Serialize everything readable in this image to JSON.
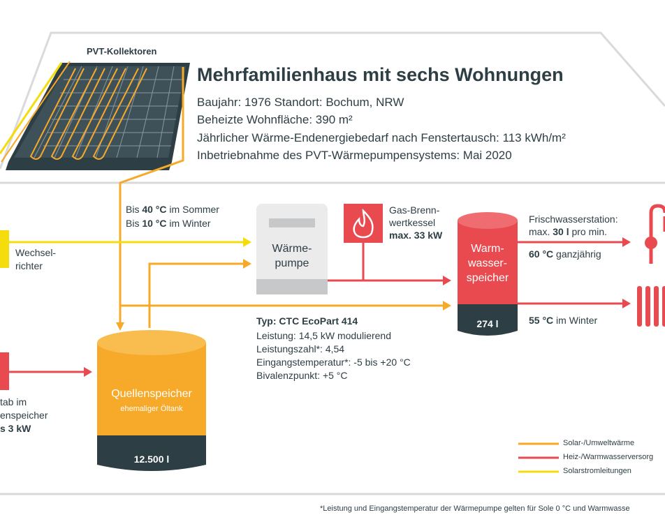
{
  "header": {
    "collector_label": "PVT-Kollektoren",
    "title": "Mehrfamilienhaus mit sechs Wohnungen",
    "lines": [
      {
        "key": "Baujahr:",
        "value": " 1976",
        "key2": "  Standort:",
        "value2": " Bochum, NRW"
      },
      {
        "key": "Beheizte Wohnfläche:",
        "value": " 390 m²"
      },
      {
        "key": "Jährlicher Wärme-Endenergiebedarf nach Fenstertausch:",
        "value": " 113 kWh/m²"
      },
      {
        "key": "Inbetriebnahme des PVT-Wärmepumpensystems:",
        "value": " Mai 2020"
      }
    ]
  },
  "collector_temps": {
    "summer_pre": "Bis ",
    "summer_val": "40 °C",
    "summer_post": " im Sommer",
    "winter_pre": "Bis ",
    "winter_val": "10 °C",
    "winter_post": " im Winter"
  },
  "inverter": {
    "line1": "Wechsel-",
    "line2": "richter"
  },
  "heatpump": {
    "line1": "Wärme-",
    "line2": "pumpe"
  },
  "boiler": {
    "line1": "Gas-Brenn-",
    "line2": "wertkessel",
    "power": "max. 33 kW"
  },
  "hot_tank": {
    "line1": "Warm-",
    "line2": "wasser-",
    "line3": "speicher",
    "volume": "274 l"
  },
  "fresh_water": {
    "line1": "Frischwasserstation:",
    "line2_pre": "max. ",
    "line2_val": "30 l",
    "line2_post": " pro min.",
    "temp_val": "60 °C",
    "temp_post": " ganzjährig"
  },
  "heating": {
    "temp_val": "55 °C",
    "temp_post": " im Winter"
  },
  "heatpump_specs": {
    "type": "Typ: CTC EcoPart 414",
    "lines": [
      "Leistung: 14,5 kW modulierend",
      "Leistungszahl*: 4,54",
      "Eingangstemperatur*: -5 bis +20 °C",
      "Bivalenzpunkt: +5 °C"
    ]
  },
  "source_tank": {
    "label": "Quellenspeicher",
    "sub": "ehemaliger Öltank",
    "volume": "12.500 l"
  },
  "heating_rod": {
    "line1": "tab im",
    "line2": "enspeicher",
    "line3": "s 3 kW"
  },
  "legend": [
    {
      "label": "Solar-/Umweltwärme",
      "color": "#f7a929"
    },
    {
      "label": "Heiz-/Warmwasserversorg",
      "color": "#e84a4f"
    },
    {
      "label": "Solarstromleitungen",
      "color": "#f5dc0d"
    }
  ],
  "footnote": "*Leistung und Eingangstemperatur der Wärmepumpe gelten für Sole 0 °C und Warmwasse",
  "colors": {
    "orange": "#f7a929",
    "red": "#e84a4f",
    "yellow": "#f5dc0d",
    "dark": "#2d3e44",
    "grey": "#d9dadb"
  }
}
